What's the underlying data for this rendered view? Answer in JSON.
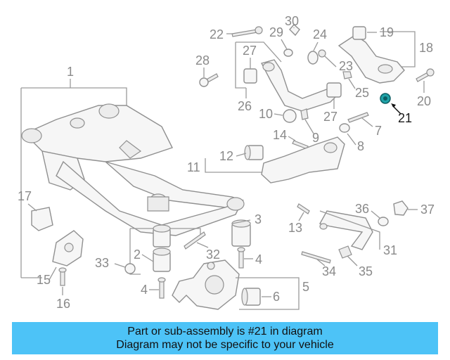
{
  "labels": {
    "n1": "1",
    "n2": "2",
    "n3": "3",
    "n4a": "4",
    "n4b": "4",
    "n5": "5",
    "n6": "6",
    "n7": "7",
    "n8": "8",
    "n9": "9",
    "n10": "10",
    "n11": "11",
    "n12": "12",
    "n13": "13",
    "n14": "14",
    "n15": "15",
    "n16": "16",
    "n17": "17",
    "n18": "18",
    "n19": "19",
    "n20": "20",
    "n21": "21",
    "n22": "22",
    "n23": "23",
    "n24": "24",
    "n25": "25",
    "n26": "26",
    "n27a": "27",
    "n27b": "27",
    "n28": "28",
    "n29": "29",
    "n30": "30",
    "n31": "31",
    "n32": "32",
    "n33": "33",
    "n34": "34",
    "n35": "35",
    "n36": "36",
    "n37": "37"
  },
  "highlighted_part": "21",
  "colors": {
    "banner": "#4dc3f7",
    "highlight_part": "#1fa3a8",
    "diagram_line": "#9a9a9a"
  },
  "banner": {
    "line1": "Part or sub-assembly is #21 in diagram",
    "line2": "Diagram may not be specific to your vehicle"
  }
}
